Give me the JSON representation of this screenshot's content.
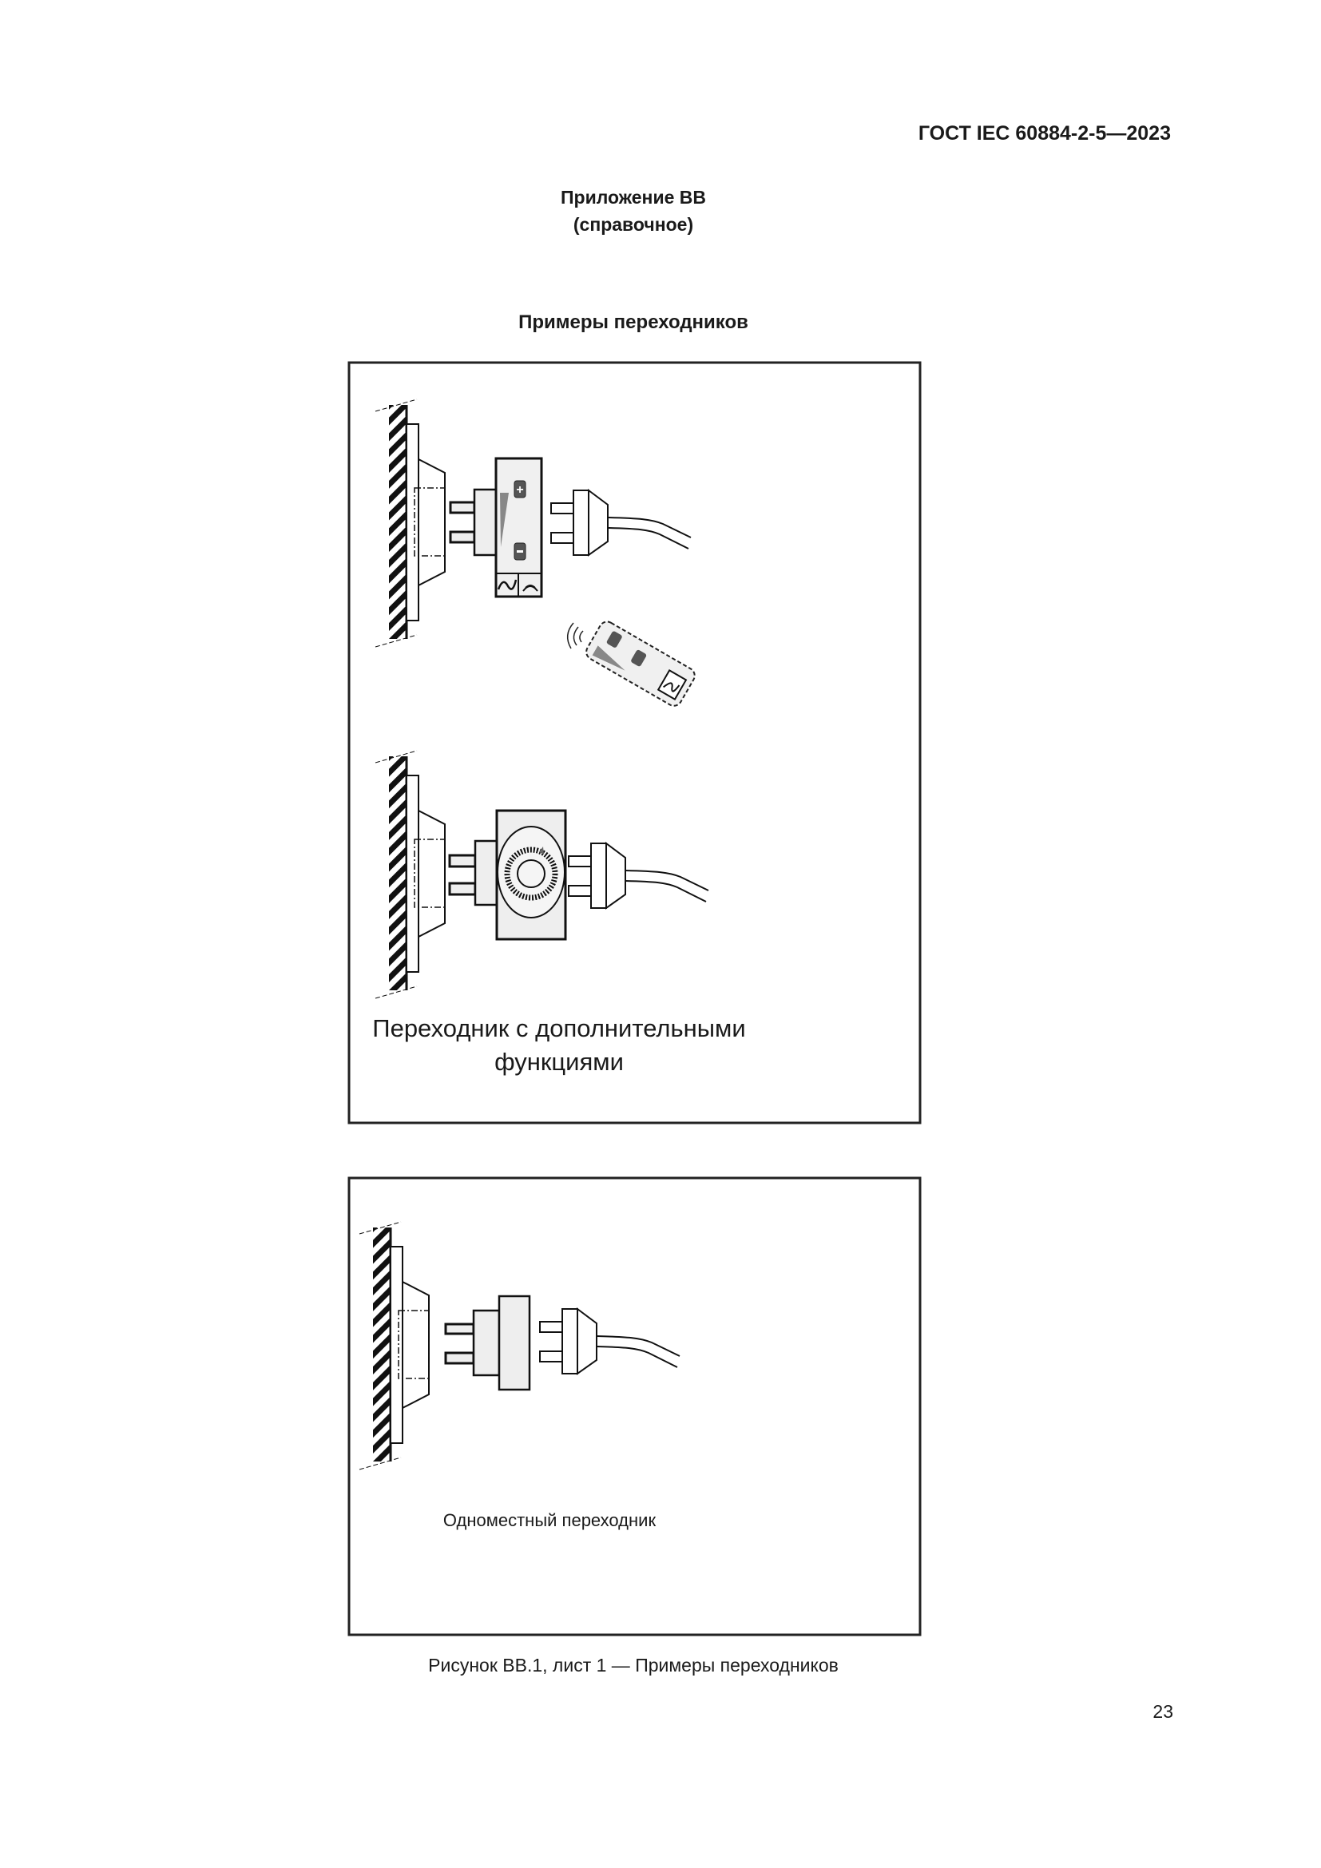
{
  "header": {
    "standard": "ГОСТ IEC 60884-2-5—2023"
  },
  "annex": {
    "title": "Приложение ВВ",
    "subtitle": "(справочное)"
  },
  "figure_title": "Примеры переходников",
  "panel1": {
    "label_line1": "Переходник с дополнительными",
    "label_line2": "функциями"
  },
  "panel2": {
    "label": "Одноместный переходник"
  },
  "caption": "Рисунок ВВ.1, лист 1 — Примеры переходников",
  "page_number": "23"
}
